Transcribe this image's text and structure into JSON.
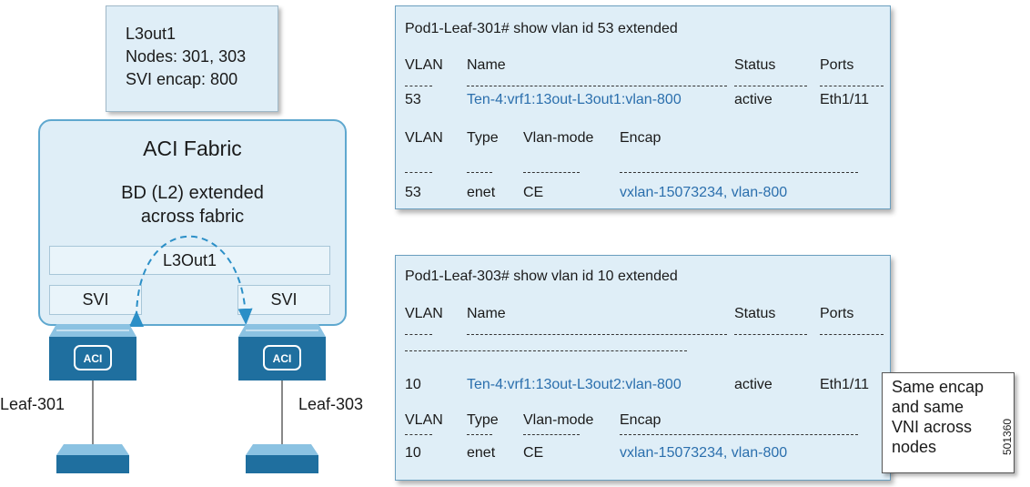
{
  "info_box": {
    "line1": "L3out1",
    "line2": "Nodes: 301, 303",
    "line3": "SVI encap: 800"
  },
  "fabric": {
    "title": "ACI Fabric",
    "subtitle_line1": "BD (L2) extended",
    "subtitle_line2": "across fabric",
    "l3out_label": "L3Out1",
    "svi_left": "SVI",
    "svi_right": "SVI"
  },
  "leaves": {
    "left_label": "Leaf-301",
    "right_label": "Leaf-303",
    "switch_badge": "ACI"
  },
  "cli1": {
    "prompt": "Pod1-Leaf-301# show vlan id 53 extended",
    "h1": {
      "vlan": "VLAN",
      "name": "Name",
      "status": "Status",
      "ports": "Ports"
    },
    "row1": {
      "vlan": "53",
      "name": "Ten-4:vrf1:13out-L3out1:vlan-800",
      "status": "active",
      "ports": "Eth1/11"
    },
    "h2": {
      "vlan": "VLAN",
      "type": "Type",
      "mode": "Vlan-mode",
      "encap": "Encap"
    },
    "row2": {
      "vlan": "53",
      "type": "enet",
      "mode": "CE",
      "encap": "vxlan-15073234, vlan-800"
    }
  },
  "cli2": {
    "prompt": "Pod1-Leaf-303# show vlan id 10 extended",
    "h1": {
      "vlan": "VLAN",
      "name": "Name",
      "status": "Status",
      "ports": "Ports"
    },
    "row1": {
      "vlan": "10",
      "name": "Ten-4:vrf1:13out-L3out2:vlan-800",
      "status": "active",
      "ports": "Eth1/11"
    },
    "h2": {
      "vlan": "VLAN",
      "type": "Type",
      "mode": "Vlan-mode",
      "encap": "Encap"
    },
    "row2": {
      "vlan": "10",
      "type": "enet",
      "mode": "CE",
      "encap": "vxlan-15073234, vlan-800"
    }
  },
  "callout": {
    "line1": "Same encap",
    "line2": "and same",
    "line3": "VNI across",
    "line4": "nodes"
  },
  "figure_id": "501360",
  "colors": {
    "accent_blue": "#2b6fad",
    "switch_blue": "#1f6f9f",
    "panel_fill": "#dfeef7"
  }
}
